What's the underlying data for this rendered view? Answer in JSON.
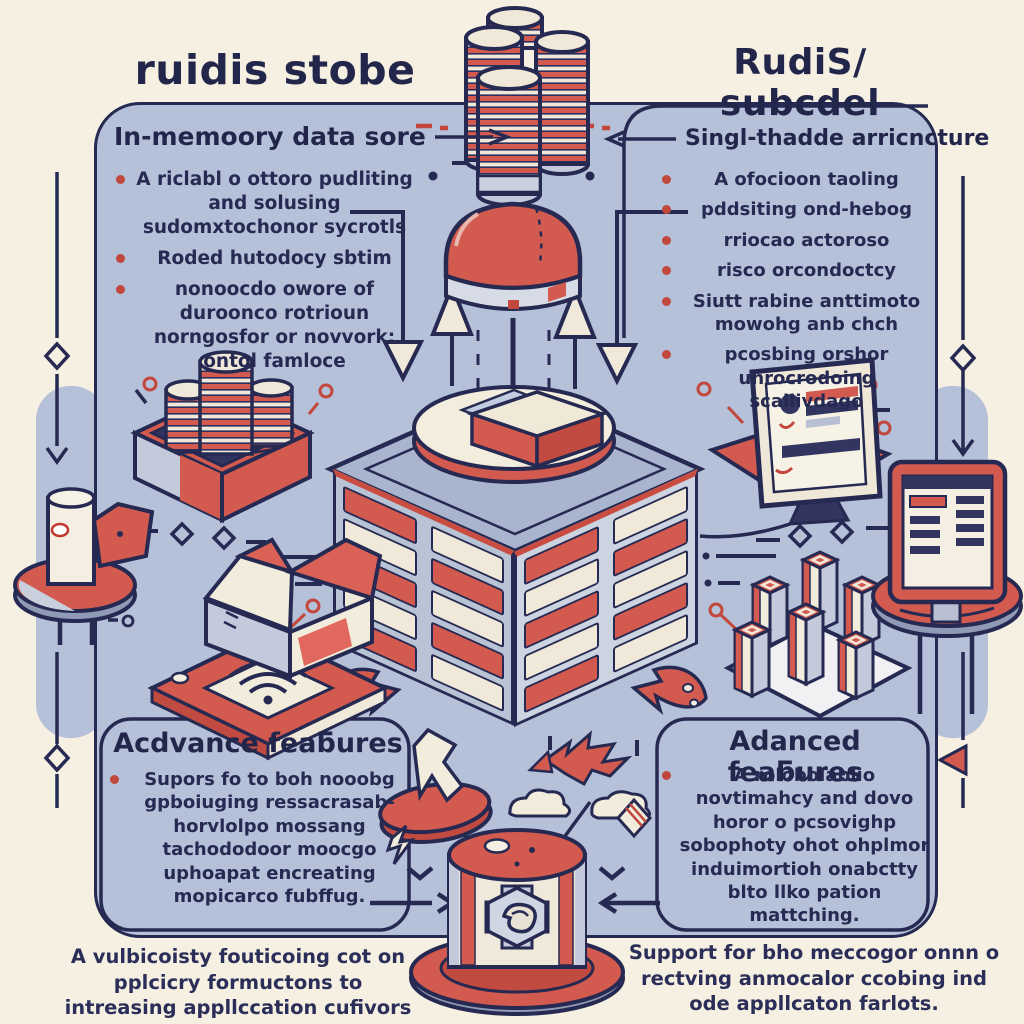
{
  "titles": {
    "left": "ruidis stobe",
    "right": "RudiS/ subcdel"
  },
  "sections": {
    "top_left": {
      "header": "In-memoory data sore",
      "bullets": [
        "A riclabl o ottoro pudliting and solusing sudomxtochonor sycrotls",
        "Roded hutodocy sbtim",
        "nonoocdo owore of duroonco rotrioun norngosfor or novvork: ontol famloce"
      ]
    },
    "top_right": {
      "header": "Singl-thadde arricncture",
      "bullets": [
        "A ofocioon taoling",
        "pddsiting ond-hebog",
        "rriocao actoroso",
        "risco orcondoctcy",
        "Siutt rabine anttimoto mowohg anb chch",
        "pcosbing orshor unrocrodoing scallivdago"
      ]
    },
    "bottom_left": {
      "header": "Acdvance feaƃures",
      "bullets": [
        "Supors fo to boh nooobg gpboiuging ressacrasab-horvlolpo mossang tachododoor moocgo uphoapat encreating mopicarco fubffug."
      ]
    },
    "bottom_right": {
      "header": "Adanced feaƃures",
      "bullets": [
        "A rolobolablio novtimahcy and dovo horor o pcsovighp sobophoty ohot ohplmor induimortioh onabctty blto llko pation mattching."
      ]
    }
  },
  "footnotes": {
    "left": "A vulbicoisty fouticoing cot on pplcicry formuctons to intreasing appllccation cufivors",
    "right": "Support for bho meccogor onnn o rectving anmocalor ccobing ind ode appllcaton farlots."
  },
  "colors": {
    "background": "#f6f0e2",
    "panel_blue": "#b5c0d9",
    "ink_navy": "#262a52",
    "accent_red": "#d25a4e",
    "cream": "#f0e9d9"
  },
  "icons": [
    "coin-stacks-icon",
    "pushpin-icon",
    "memory-cube-icon",
    "coins-tray-icon",
    "package-wifi-icon",
    "monitor-icon",
    "cube-cluster-icon",
    "pedestal-cylinder-icon",
    "tablet-stand-icon",
    "cursor-disc-icon",
    "cloud-flag-icon",
    "database-cylinder-icon"
  ]
}
